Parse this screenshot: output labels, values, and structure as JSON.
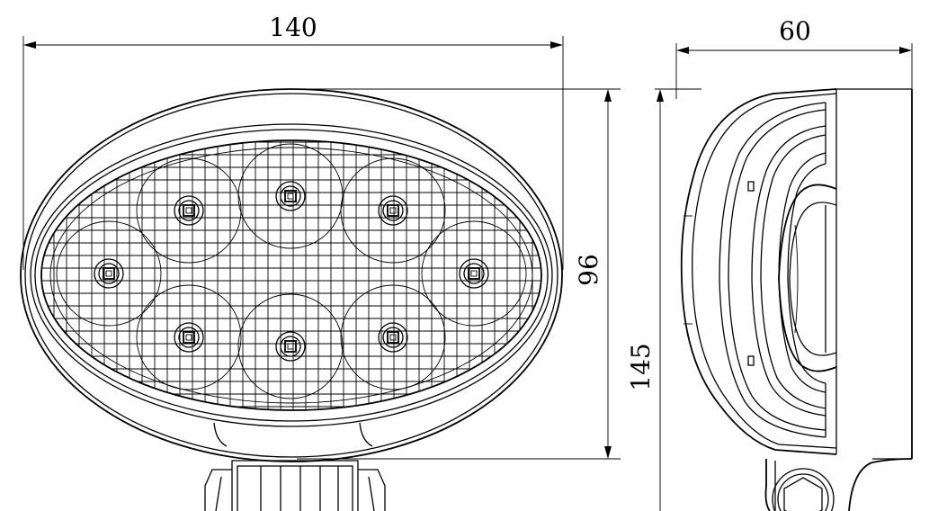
{
  "drawing": {
    "views": [
      "front-view",
      "side-view"
    ],
    "dimensions": {
      "front_width": "140",
      "front_height": "96",
      "side_depth": "60",
      "side_height": "145"
    },
    "led_count": 8,
    "line_color": "#000000",
    "background_color": "#ffffff"
  }
}
